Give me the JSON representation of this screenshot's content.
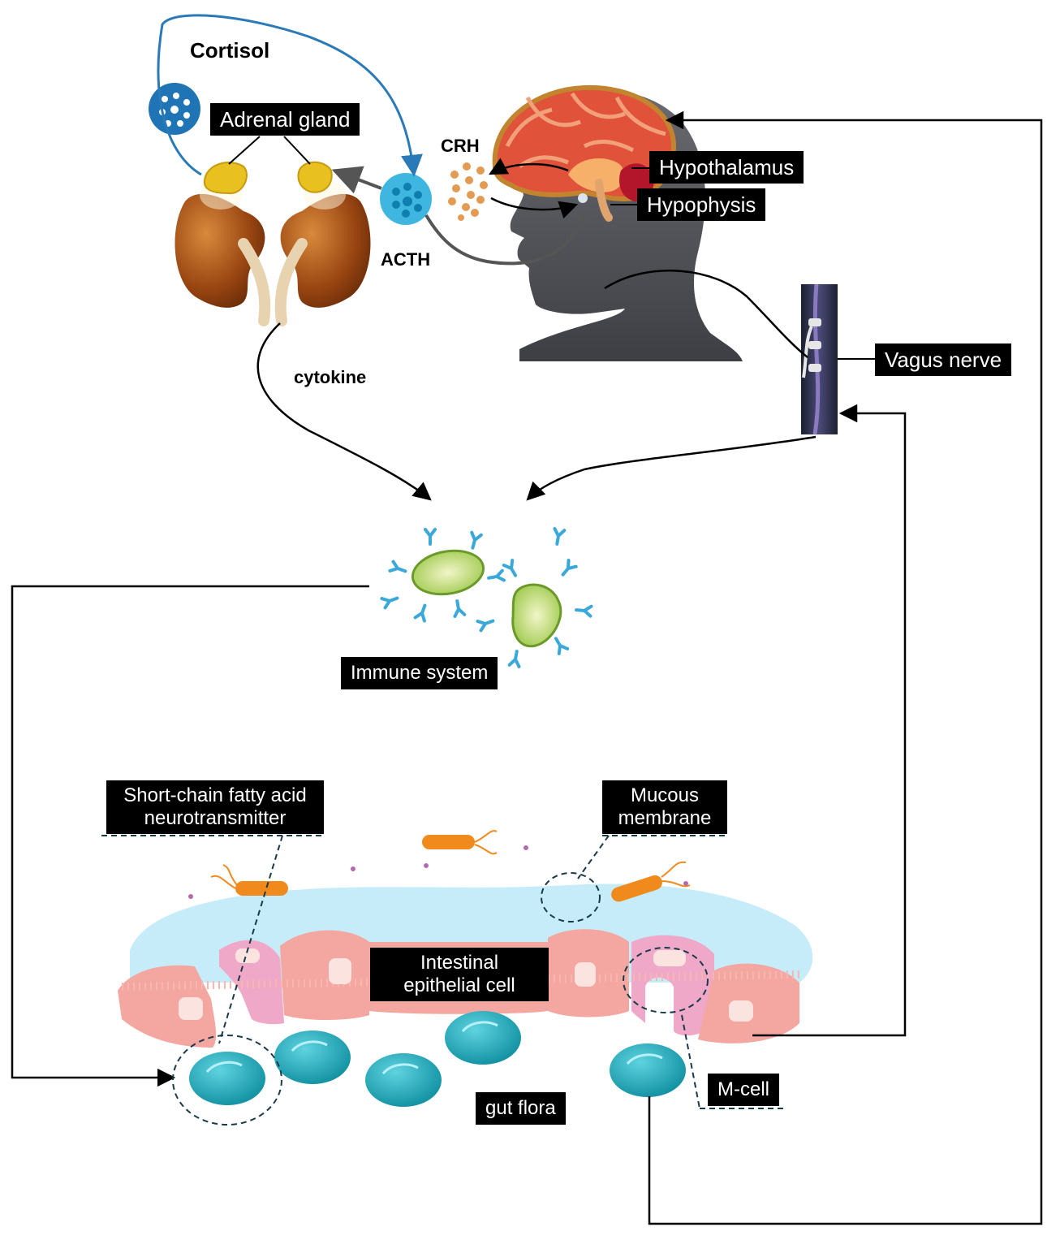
{
  "labels": {
    "cortisol": "Cortisol",
    "adrenal_gland": "Adrenal gland",
    "crh": "CRH",
    "acth": "ACTH",
    "hypothalamus": "Hypothalamus",
    "hypophysis": "Hypophysis",
    "vagus_nerve": "Vagus nerve",
    "cytokine": "cytokine",
    "immune_system": "Immune system",
    "scfa_line1": "Short-chain fatty acid",
    "scfa_line2": "neurotransmitter",
    "mucous_line1": "Mucous",
    "mucous_line2": "membrane",
    "epithelial_line1": "Intestinal",
    "epithelial_line2": "epithelial cell",
    "gut_flora": "gut flora",
    "m_cell": "M-cell"
  },
  "colors": {
    "label_bg": "#000000",
    "label_text": "#ffffff",
    "arrow": "#000000",
    "cortisol_arrow": "#2a7ab8",
    "kidney": "#8b3d0f",
    "adrenal": "#e8c020",
    "head": "#5a5b5f",
    "brain": "#e0523a",
    "immune_cell": "#b9d56a",
    "antibody": "#3aa8d8",
    "mucus": "#c5ecf8",
    "epithelium": "#f4a6a0",
    "m_cell": "#f0a8c8",
    "gut_flora_cell": "#17a7b8",
    "bacteria": "#f08a1c"
  }
}
